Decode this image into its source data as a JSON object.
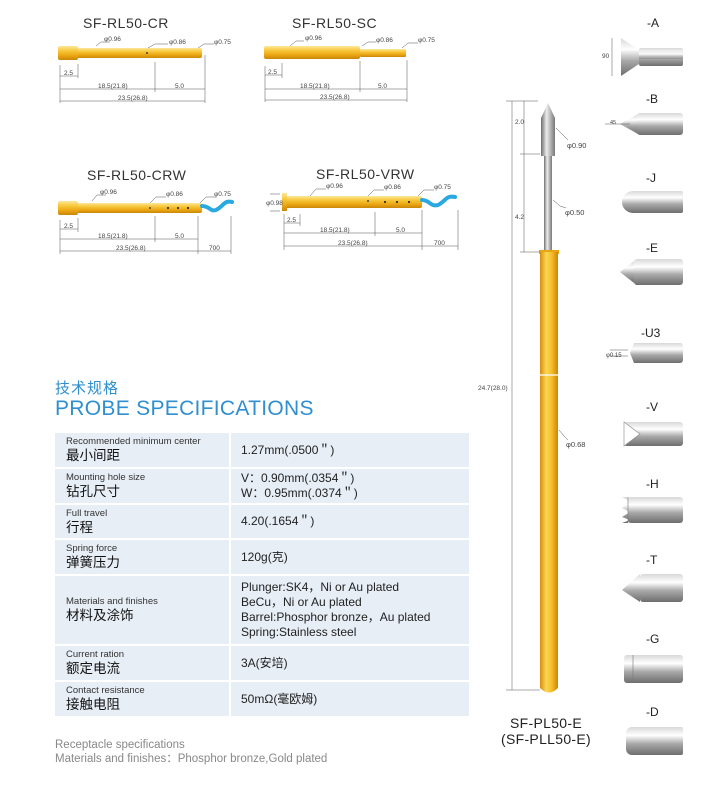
{
  "receptacles": [
    {
      "name": "SF-RL50-CR",
      "diameters": [
        "φ0.96",
        "φ0.86",
        "φ0.75"
      ],
      "lengths": [
        "2.5",
        "18.5(21.8)",
        "5.0",
        "23.5(26.8)"
      ]
    },
    {
      "name": "SF-RL50-SC",
      "diameters": [
        "φ0.96",
        "φ0.86",
        "φ0.75"
      ],
      "lengths": [
        "2.5",
        "18.5(21.8)",
        "5.0",
        "23.5(26.8)"
      ]
    },
    {
      "name": "SF-RL50-CRW",
      "diameters": [
        "φ0.96",
        "φ0.86",
        "φ0.75"
      ],
      "lengths": [
        "2.5",
        "18.5(21.8)",
        "5.0",
        "23.5(26.8)",
        "700"
      ]
    },
    {
      "name": "SF-RL50-VRW",
      "diameters": [
        "φ0.96",
        "φ0.86",
        "φ0.75",
        "φ0.98"
      ],
      "lengths": [
        "2.5",
        "18.5(21.8)",
        "5.0",
        "23.5(26.8)",
        "700"
      ]
    }
  ],
  "spec": {
    "title_cn": "技术规格",
    "title_en": "PROBE SPECIFICATIONS",
    "rows": [
      {
        "en": "Recommended minimum center",
        "cn": "最小间距",
        "value": [
          "1.27mm(.0500＂)"
        ]
      },
      {
        "en": "Mounting hole size",
        "cn": "钻孔尺寸",
        "value": [
          "V：0.90mm(.0354＂)",
          "W：0.95mm(.0374＂)"
        ]
      },
      {
        "en": "Full travel",
        "cn": "行程",
        "value": [
          "4.20(.1654＂)"
        ]
      },
      {
        "en": "Spring force",
        "cn": "弹簧压力",
        "value": [
          "120g(克)"
        ]
      },
      {
        "en": "Materials and finishes",
        "cn": "材料及涂饰",
        "value": [
          "Plunger:SK4，Ni or Au plated",
          "BeCu，Ni or Au plated",
          "Barrel:Phosphor bronze，Au plated",
          "Spring:Stainless steel"
        ]
      },
      {
        "en": "Current ration",
        "cn": "额定电流",
        "value": [
          "3A(安培)"
        ]
      },
      {
        "en": "Contact resistance",
        "cn": "接触电阻",
        "value": [
          "50mΩ(毫欧姆)"
        ]
      }
    ]
  },
  "receptacle_note": {
    "line1": "Receptacle specifications",
    "line2": "Materials and finishes：Phosphor bronze,Gold plated"
  },
  "probe": {
    "name": "SF-PL50-E",
    "alt_name": "(SF-PLL50-E)",
    "dims": {
      "tip_len": "2.0",
      "plunger_len": "4.2",
      "total_len": "24.7(28.0)",
      "tip_dia": "φ0.90",
      "plunger_dia": "φ0.50",
      "barrel_dia": "φ0.68"
    }
  },
  "tips": [
    {
      "label": "-A",
      "note": "90"
    },
    {
      "label": "-B",
      "note": "45"
    },
    {
      "label": "-J"
    },
    {
      "label": "-E"
    },
    {
      "label": "-U3",
      "note": "φ0.15"
    },
    {
      "label": "-V"
    },
    {
      "label": "-H"
    },
    {
      "label": "-T"
    },
    {
      "label": "-G"
    },
    {
      "label": "-D"
    }
  ],
  "colors": {
    "accent": "#2f8fcf",
    "gold": "#f2b41c",
    "wire": "#2aa9e0",
    "steel": "#9a9a9a"
  }
}
